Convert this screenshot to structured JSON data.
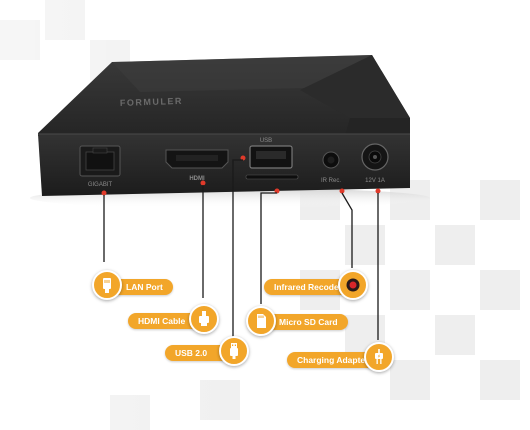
{
  "device": {
    "brand": "FORMULER",
    "port_labels": {
      "lan": "GIGABIT",
      "hdmi": "HDMI",
      "usb": "USB",
      "ir": "IR Rec.",
      "power": "12V 1A"
    }
  },
  "callouts": {
    "lan": "LAN Port",
    "hdmi": "HDMI Cable",
    "usb": "USB 2.0",
    "sd": "Micro SD Card",
    "ir": "Infrared Recoder",
    "power": "Charging Adapter"
  },
  "colors": {
    "accent": "#f2a62a",
    "device_body": "#2c2c2c",
    "indicator": "#e03a2a"
  },
  "icons": {
    "lan": "ethernet-plug-icon",
    "hdmi": "hdmi-plug-icon",
    "usb": "usb-plug-icon",
    "sd": "sd-card-icon",
    "ir": "ir-sensor-icon",
    "power": "power-plug-icon"
  }
}
